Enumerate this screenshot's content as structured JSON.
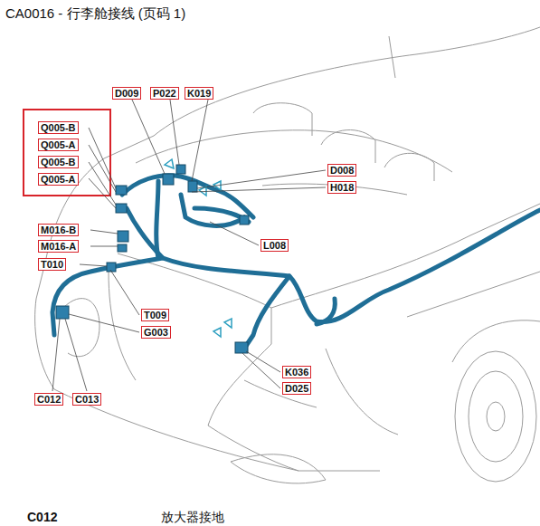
{
  "diagram": {
    "title": "CA0016 - 行李舱接线 (页码 1)",
    "nodes": [
      {
        "text": [
          "D009"
        ]
      },
      {
        "text": [
          "P022"
        ]
      },
      {
        "text": [
          "K019"
        ]
      },
      {
        "text": [
          "Q005-B"
        ]
      },
      {
        "text": [
          "Q005-A"
        ]
      },
      {
        "text": [
          "Q005-B"
        ]
      },
      {
        "text": [
          "Q005-A"
        ]
      },
      {
        "text": [
          "D008"
        ]
      },
      {
        "text": [
          "H018"
        ]
      },
      {
        "text": [
          "M016-B"
        ]
      },
      {
        "text": [
          "M016-A"
        ]
      },
      {
        "text": [
          "T010"
        ]
      },
      {
        "text": [
          "L008"
        ]
      },
      {
        "text": [
          "T009"
        ]
      },
      {
        "text": [
          "G003"
        ]
      },
      {
        "text": [
          "K036"
        ]
      },
      {
        "text": [
          "D025"
        ]
      },
      {
        "text": [
          "C012"
        ]
      },
      {
        "text": [
          "C013"
        ]
      }
    ],
    "labels": [
      "C012",
      "放大器接地"
    ]
  }
}
